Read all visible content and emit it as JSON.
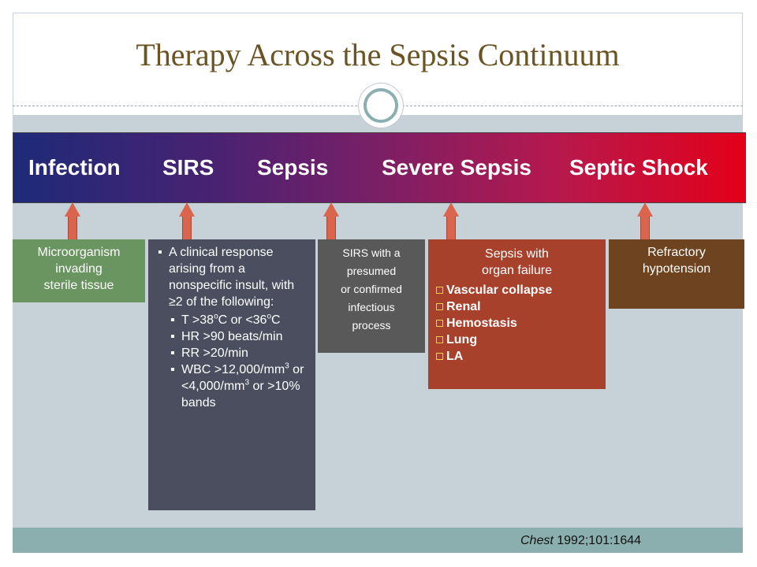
{
  "title": "Therapy Across the Sepsis Continuum",
  "stages": [
    "Infection",
    "SIRS",
    "Sepsis",
    "Severe Sepsis",
    "Septic Shock"
  ],
  "colors": {
    "title": "#6b5424",
    "banner_start": "#1e2a78",
    "banner_end": "#e3001a",
    "arrow": "#d9654d",
    "infection_box": "#6a9460",
    "sirs_box": "#4a4e5e",
    "sepsis_box": "#595959",
    "severe_box": "#a8412c",
    "shock_box": "#6e4420"
  },
  "infection": {
    "lines": [
      "Microorganism",
      "invading",
      "sterile tissue"
    ]
  },
  "sirs": {
    "intro": "A clinical response arising from a nonspecific insult, with ≥2 of the following:",
    "criteria": {
      "temp_a": "T >38",
      "temp_sup": "o",
      "temp_b": "C or <36",
      "temp_sup2": "o",
      "temp_c": "C",
      "hr": "HR >90 beats/min",
      "rr": "RR >20/min",
      "wbc_a": "WBC >12,000/mm",
      "wbc_sup": "3",
      "wbc_b": "or <4,000/mm",
      "wbc_sup2": "3",
      "wbc_c": "or >10% bands"
    }
  },
  "sepsis": {
    "lines": [
      "SIRS with a",
      "presumed",
      "or confirmed",
      "infectious",
      "process"
    ]
  },
  "severe_sepsis": {
    "header": [
      "Sepsis with",
      "organ failure"
    ],
    "items": [
      "Vascular collapse",
      "Renal",
      "Hemostasis",
      "Lung",
      "LA"
    ]
  },
  "septic_shock": {
    "lines": [
      "Refractory",
      "hypotension"
    ]
  },
  "citation": {
    "journal": "Chest",
    "ref": "1992;101:1644"
  }
}
